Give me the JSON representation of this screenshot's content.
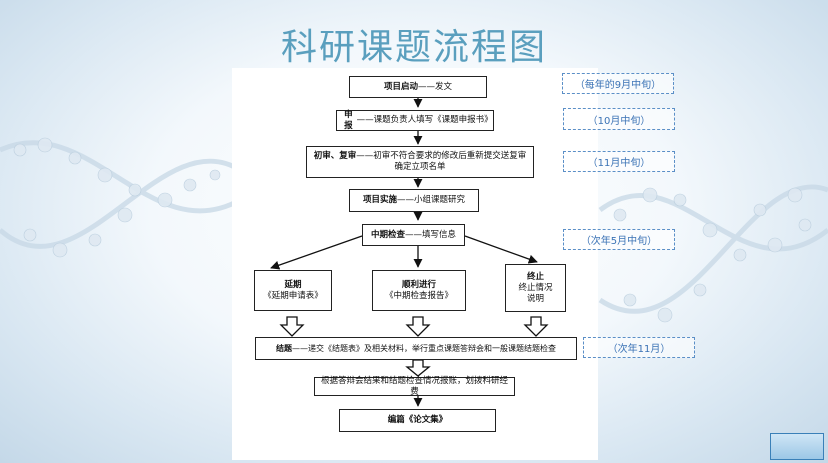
{
  "title": "科研课题流程图",
  "steps": {
    "start": {
      "head": "项目启动",
      "sep": "——",
      "text": "发文"
    },
    "apply": {
      "head": "申报",
      "sep": "——",
      "text": "课题负责人填写《课题申报书》"
    },
    "review": {
      "head": "初审、复审",
      "sep": "——",
      "text": "初审不符合要求的修改后重新提交送复审",
      "text2": "确定立项名单"
    },
    "implement": {
      "head": "项目实施",
      "sep": "——",
      "text": "小组课题研究"
    },
    "midterm": {
      "head": "中期检查",
      "sep": "——",
      "text": "填写信息"
    },
    "extend": {
      "head": "延期",
      "text": "《延期申请表》"
    },
    "proceed": {
      "head": "顺利进行",
      "text": "《中期检查报告》"
    },
    "terminate": {
      "head": "终止",
      "text": "终止情况",
      "text2": "说明"
    },
    "conclude": {
      "head": "结题",
      "sep": "——",
      "text": "递交《结题表》及相关材料，举行重点课题答辩会和一般课题结题检查"
    },
    "fund": {
      "text": "根据答辩会结果和结题检查情况报账，划拨科研经费"
    },
    "compile": {
      "head": "编篇《论文集》"
    }
  },
  "times": {
    "t1": "（每年的9月中旬）",
    "t2": "（10月中旬）",
    "t3": "（11月中旬）",
    "t4": "（次年5月中旬）",
    "t5": "（次年11月）"
  },
  "colors": {
    "title": "#5a9fbe",
    "time_border": "#5b8fc7",
    "time_text": "#3a72b5"
  }
}
